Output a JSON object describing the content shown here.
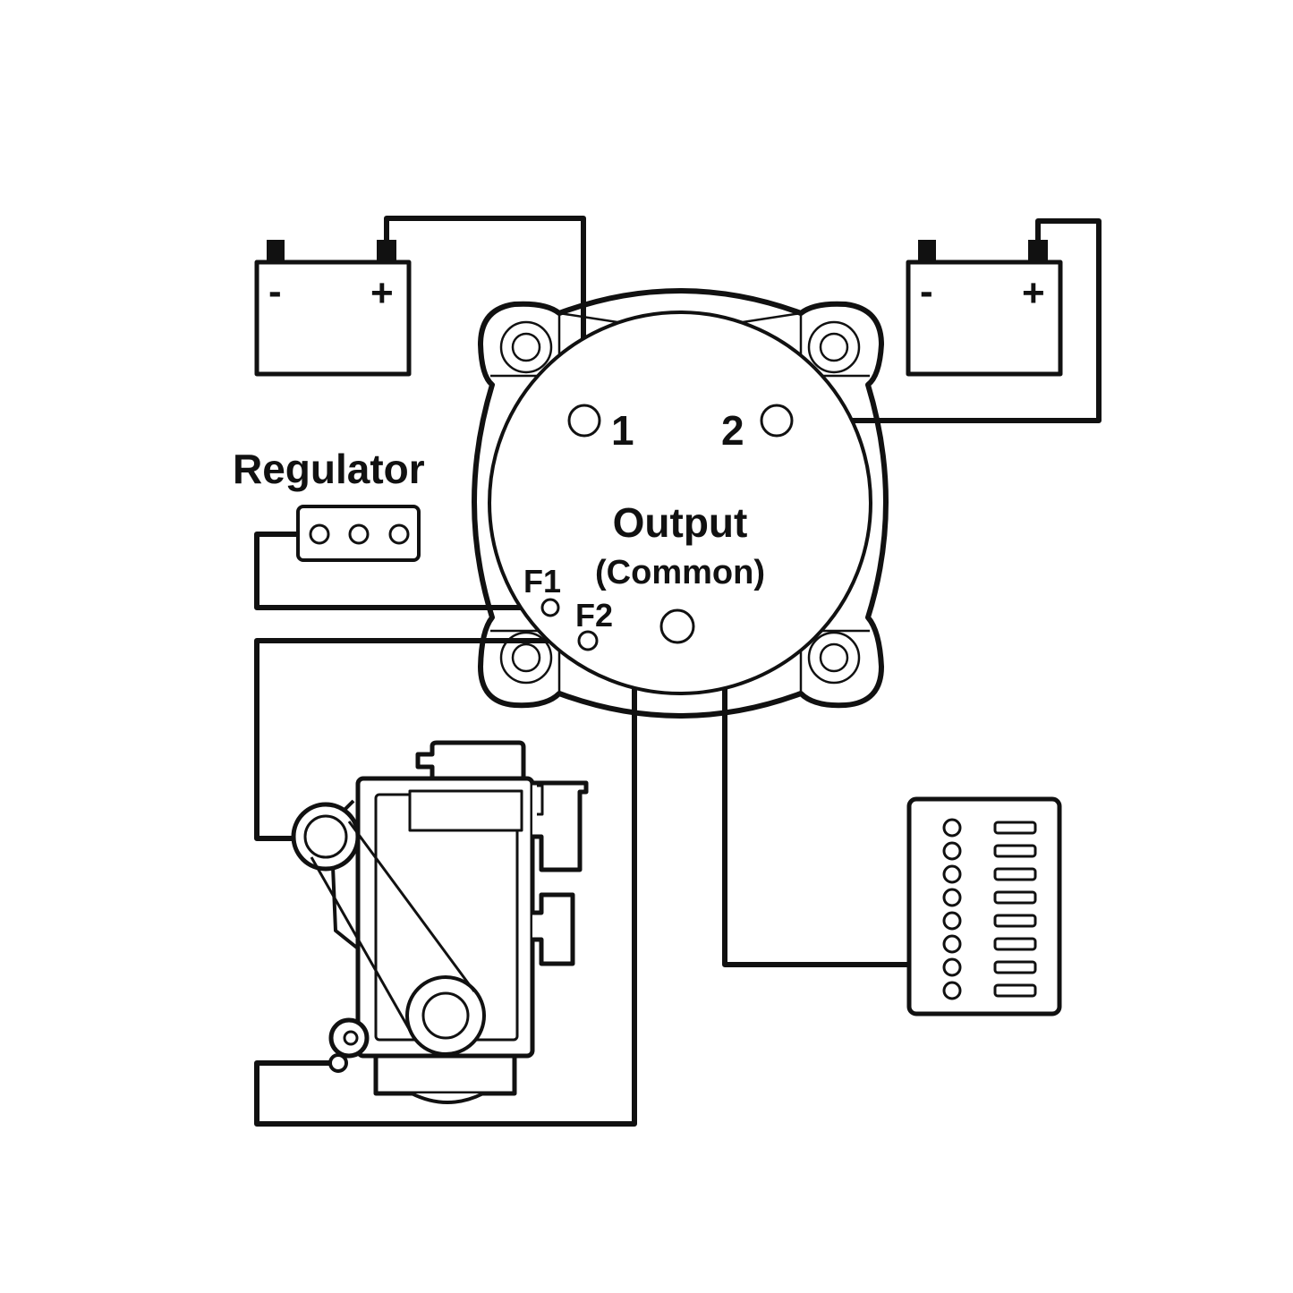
{
  "labels": {
    "terminal_1": "1",
    "terminal_2": "2",
    "output": "Output",
    "common": "(Common)",
    "f1": "F1",
    "f2": "F2",
    "regulator": "Regulator",
    "minus": "-",
    "plus": "+"
  },
  "colors": {
    "line": "#111111",
    "background": "#ffffff"
  }
}
